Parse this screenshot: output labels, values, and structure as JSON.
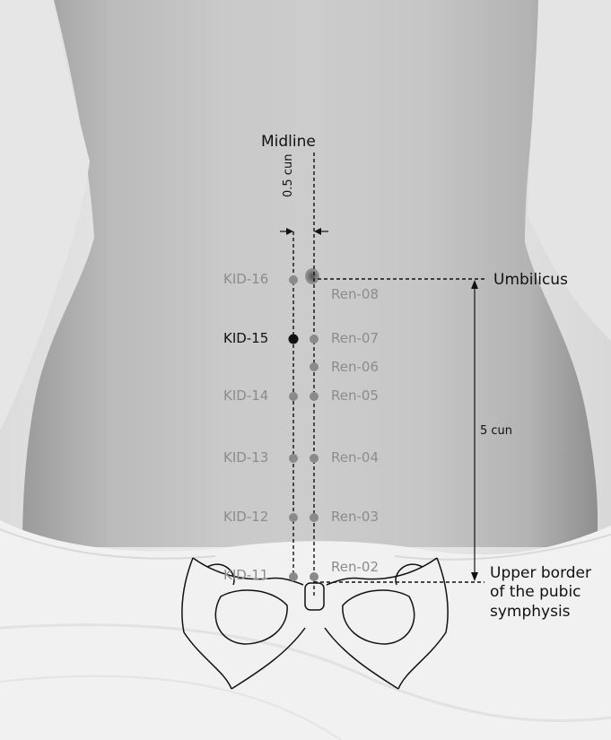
{
  "diagram": {
    "midline_label": "Midline",
    "half_cun_label": "0.5 cun",
    "umbilicus_label": "Umbilicus",
    "five_cun_label": "5 cun",
    "pubic_label_line1": "Upper border",
    "pubic_label_line2": "of the pubic",
    "pubic_label_line3": "symphysis",
    "kidney_points": [
      "KID-16",
      "KID-15",
      "KID-14",
      "KID-13",
      "KID-12",
      "KID-11"
    ],
    "ren_points": [
      "Ren-08",
      "Ren-07",
      "Ren-06",
      "Ren-05",
      "Ren-04",
      "Ren-03",
      "Ren-02"
    ],
    "highlighted_point": "KID-15",
    "colors": {
      "point_gray": "#8a8a8a",
      "label_gray": "#8c8c8c",
      "highlight": "#111111",
      "line": "#111111"
    }
  }
}
